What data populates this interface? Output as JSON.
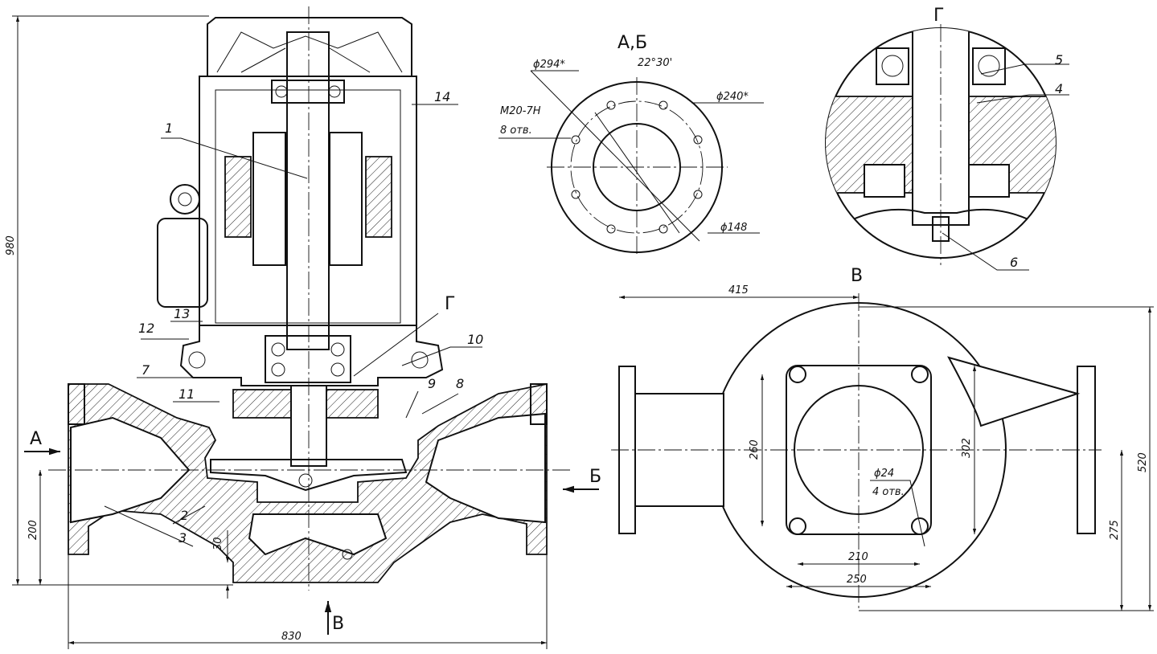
{
  "views": {
    "ab": "А,Б",
    "g_detail": "Г",
    "v_view": "В",
    "g_marker": "Г",
    "a_marker": "А",
    "b_marker": "Б",
    "v_marker": "В"
  },
  "callouts": [
    "1",
    "2",
    "3",
    "4",
    "5",
    "6",
    "7",
    "8",
    "9",
    "10",
    "11",
    "12",
    "13",
    "14"
  ],
  "dimensions": {
    "height_total": "980",
    "width_total": "830",
    "axis_height": "200",
    "base_offset": "30",
    "flange_thread": "M20-7H",
    "flange_holes": "8 отв.",
    "flange_outer": "ϕ294*",
    "flange_angle": "22°30'",
    "flange_bolt_circle": "ϕ240*",
    "flange_bore": "ϕ148",
    "v_half_width": "415",
    "v_height": "520",
    "v_lower": "275",
    "v_plate_height": "260",
    "v_plate_inner": "302",
    "v_hole": "ϕ24",
    "v_holes_count": "4 отв.",
    "v_hole_spacing": "210",
    "v_plate_width": "250"
  }
}
